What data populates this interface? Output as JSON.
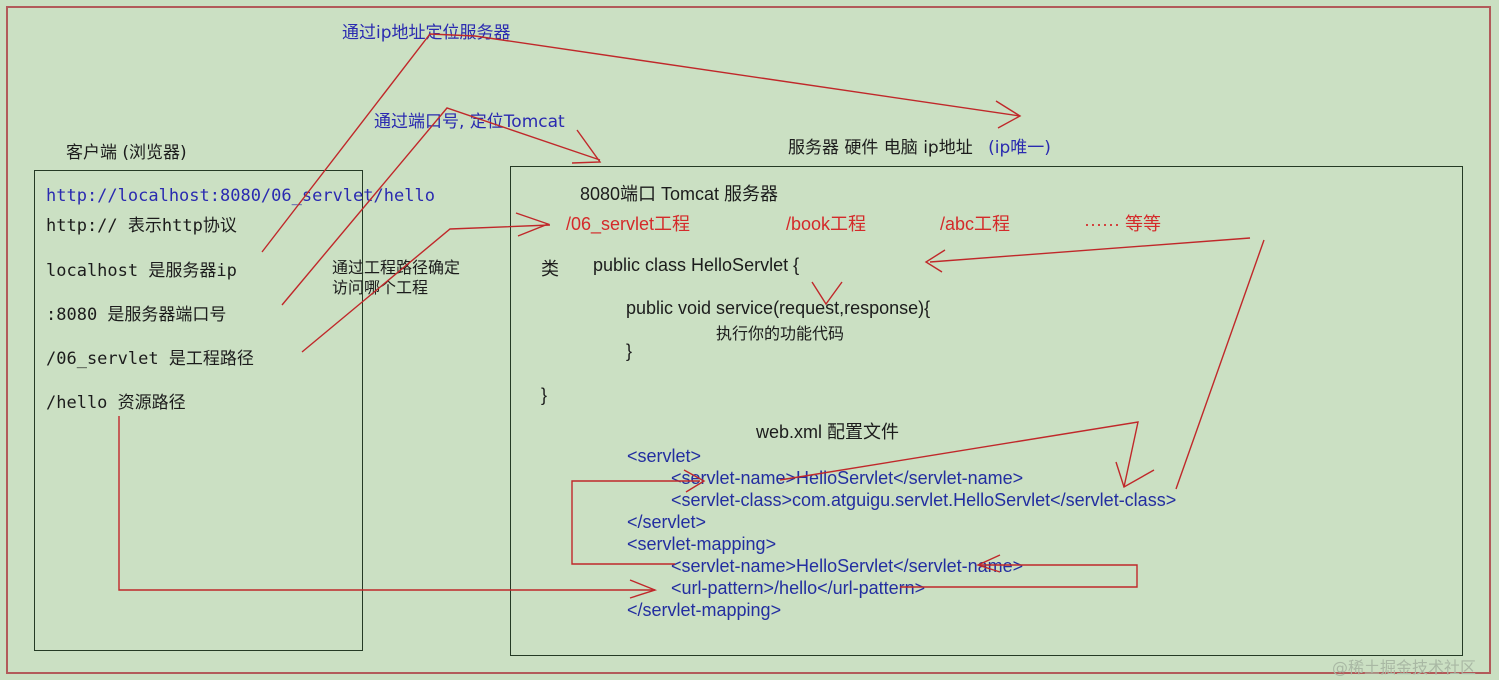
{
  "annotations": {
    "ip_locate": "通过ip地址定位服务器",
    "port_locate": "通过端口号, 定位Tomcat",
    "project_locate_line1": "通过工程路径确定",
    "project_locate_line2": "访问哪个工程"
  },
  "client": {
    "title": "客户端 (浏览器)",
    "url": "http://localhost:8080/06_servlet/hello",
    "lines": [
      "http:// 表示http协议",
      "localhost 是服务器ip",
      ":8080 是服务器端口号",
      "/06_servlet 是工程路径",
      "/hello  资源路径"
    ]
  },
  "server": {
    "title_prefix": "服务器 硬件 电脑  ip地址",
    "title_suffix": "(ip唯一)",
    "tomcat_label": "8080端口 Tomcat 服务器",
    "projects": [
      "/06_servlet工程",
      "/book工程",
      "/abc工程",
      "······ 等等"
    ],
    "class_label": "类",
    "code": {
      "class_decl": "public class HelloServlet {",
      "method_decl": "public void service(request,response){",
      "method_body": "执行你的功能代码",
      "method_close": "}",
      "class_close": "}"
    },
    "webxml_title": "web.xml 配置文件",
    "webxml": [
      "<servlet>",
      "<servlet-name>HelloServlet</servlet-name>",
      "<servlet-class>com.atguigu.servlet.HelloServlet</servlet-class>",
      "</servlet>",
      "<servlet-mapping>",
      "<servlet-name>HelloServlet</servlet-name>",
      "<url-pattern>/hello</url-pattern>",
      "</servlet-mapping>"
    ]
  },
  "watermark": "@稀土掘金技术社区",
  "colors": {
    "background": "#cbe0c3",
    "frame_border": "#b25a5a",
    "arrow": "#c0282a",
    "annotation_text": "#2a2ab0",
    "project_text": "#d42a2a",
    "xml_text": "#232ea0"
  }
}
